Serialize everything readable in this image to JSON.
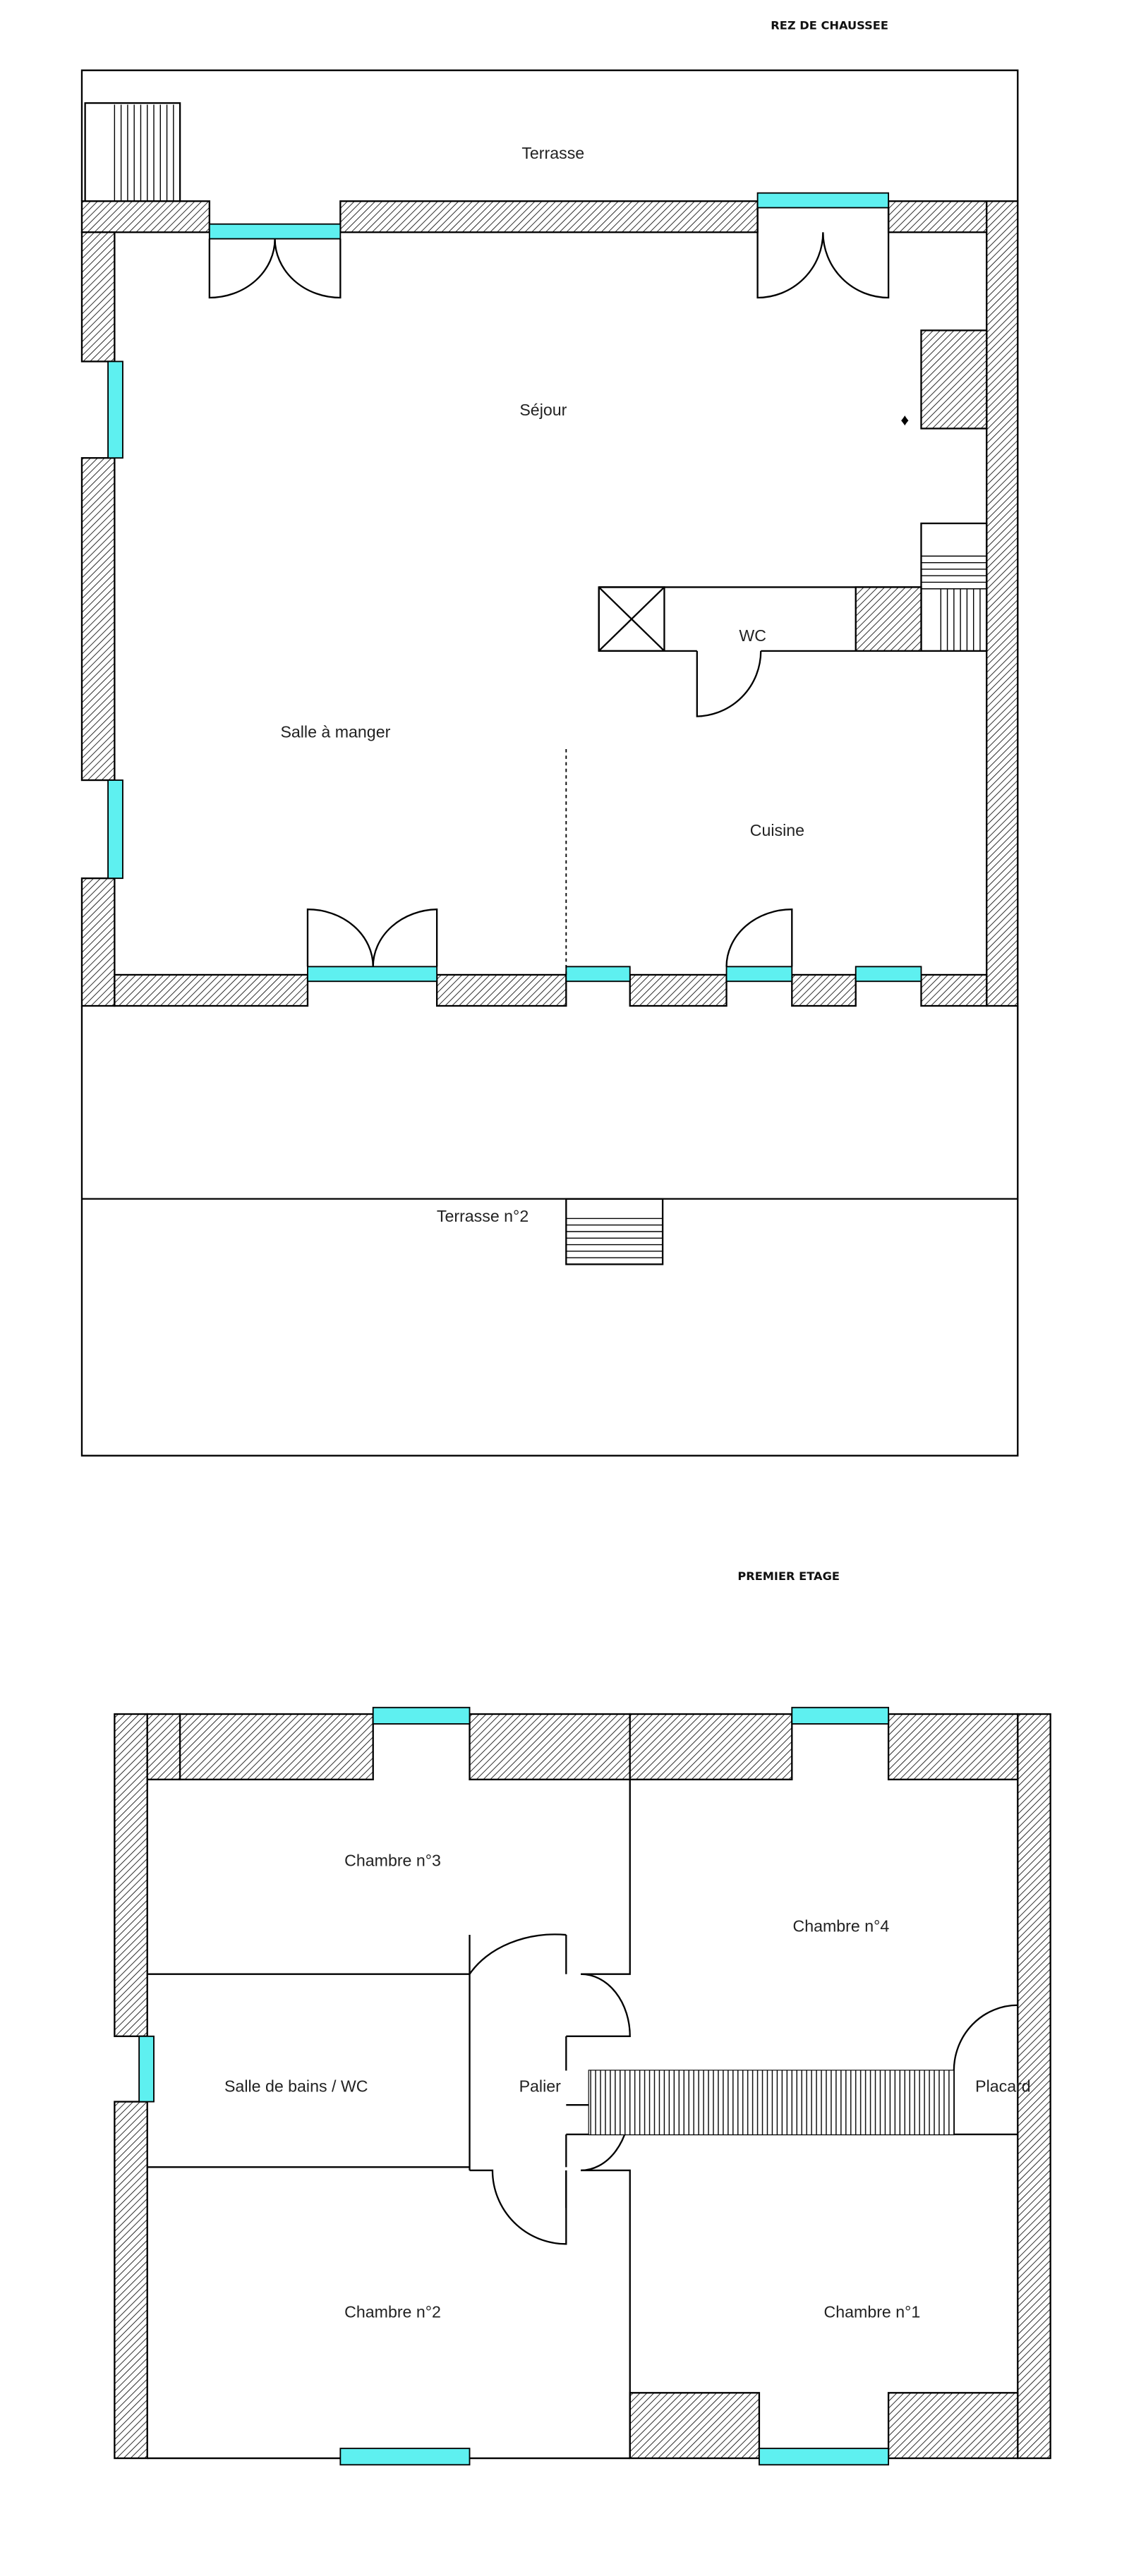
{
  "ground_floor": {
    "title": "REZ DE CHAUSSEE",
    "rooms": {
      "terrasse": "Terrasse",
      "sejour": "Séjour",
      "salle_a_manger": "Salle à manger",
      "wc": "WC",
      "cuisine": "Cuisine",
      "terrasse_2": "Terrasse n°2"
    }
  },
  "first_floor": {
    "title": "PREMIER ETAGE",
    "rooms": {
      "chambre_3": "Chambre n°3",
      "chambre_4": "Chambre n°4",
      "salle_de_bains": "Salle de bains / WC",
      "palier": "Palier",
      "placard": "Placard",
      "chambre_2": "Chambre n°2",
      "chambre_1": "Chambre n°1"
    }
  },
  "colors": {
    "window": "#5ef0f0",
    "wall_stroke": "#000000"
  }
}
